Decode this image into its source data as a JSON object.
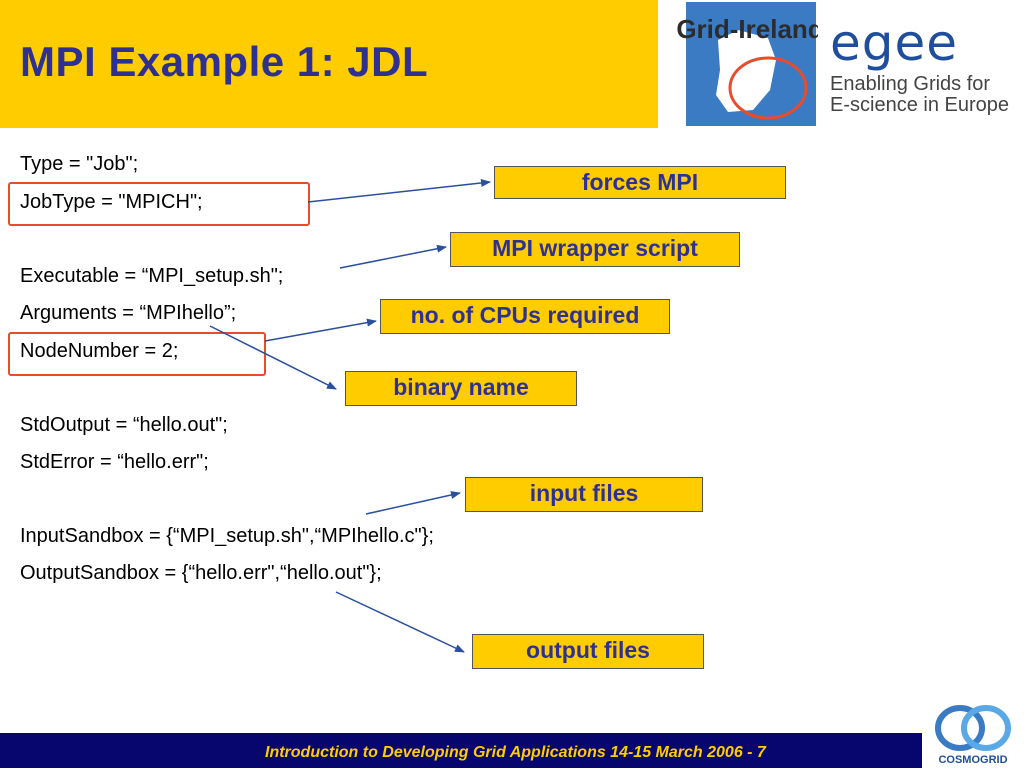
{
  "header": {
    "title": "MPI Example 1: JDL"
  },
  "logos": {
    "grid_ireland": "Grid-Ireland",
    "egee_word": "egee",
    "egee_tagline_1": "Enabling Grids for",
    "egee_tagline_2": "E-science in Europe",
    "cosmogrid": "COSMOGRID"
  },
  "code": {
    "l1": "Type = \"Job\";",
    "l2": "JobType = \"MPICH\";",
    "l3": "Executable = “MPI_setup.sh\";",
    "l4": "Arguments = “MPIhello”;",
    "l5": "NodeNumber = 2;",
    "l6": "StdOutput = “hello.out\";",
    "l7": "StdError = “hello.err\";",
    "l8": "InputSandbox = {“MPI_setup.sh\",“MPIhello.c\"};",
    "l9": "OutputSandbox = {“hello.err\",“hello.out\"};"
  },
  "callouts": {
    "forces_mpi": "forces MPI",
    "wrapper": "MPI wrapper script",
    "cpus": "no. of CPUs required",
    "binary": "binary name",
    "input": "input files",
    "output": "output files"
  },
  "footer": {
    "text": "Introduction to Developing Grid Applications 14-15 March 2006  - 7"
  },
  "colors": {
    "accent_yellow": "#ffcc00",
    "title_blue": "#2e3192",
    "footer_navy": "#06066e",
    "highlight_red": "#e84c2a",
    "arrow_blue": "#2a4f9e"
  }
}
